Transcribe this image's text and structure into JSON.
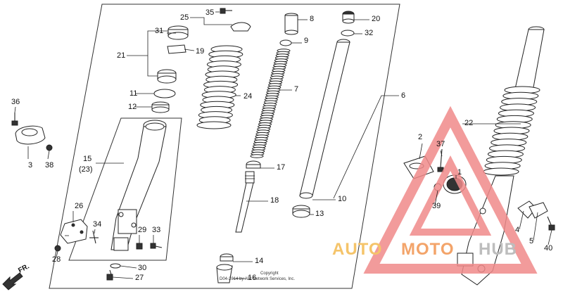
{
  "diagram": {
    "parts": [
      {
        "id": "p1",
        "label": "1"
      },
      {
        "id": "p2",
        "label": "2"
      },
      {
        "id": "p3",
        "label": "3"
      },
      {
        "id": "p4",
        "label": "4"
      },
      {
        "id": "p5",
        "label": "5"
      },
      {
        "id": "p6",
        "label": "6"
      },
      {
        "id": "p7",
        "label": "7"
      },
      {
        "id": "p8",
        "label": "8"
      },
      {
        "id": "p9",
        "label": "9"
      },
      {
        "id": "p10",
        "label": "10"
      },
      {
        "id": "p11",
        "label": "11"
      },
      {
        "id": "p12",
        "label": "12"
      },
      {
        "id": "p13",
        "label": "13"
      },
      {
        "id": "p14",
        "label": "14"
      },
      {
        "id": "p15",
        "label": "15"
      },
      {
        "id": "p15b",
        "label": "(23)"
      },
      {
        "id": "p16",
        "label": "16"
      },
      {
        "id": "p17",
        "label": "17"
      },
      {
        "id": "p18",
        "label": "18"
      },
      {
        "id": "p19",
        "label": "19"
      },
      {
        "id": "p20",
        "label": "20"
      },
      {
        "id": "p21",
        "label": "21"
      },
      {
        "id": "p22",
        "label": "22"
      },
      {
        "id": "p24",
        "label": "24"
      },
      {
        "id": "p25",
        "label": "25"
      },
      {
        "id": "p26",
        "label": "26"
      },
      {
        "id": "p27",
        "label": "27"
      },
      {
        "id": "p28",
        "label": "28"
      },
      {
        "id": "p29",
        "label": "29"
      },
      {
        "id": "p30",
        "label": "30"
      },
      {
        "id": "p31",
        "label": "31"
      },
      {
        "id": "p32",
        "label": "32"
      },
      {
        "id": "p33",
        "label": "33"
      },
      {
        "id": "p34",
        "label": "34"
      },
      {
        "id": "p35",
        "label": "35"
      },
      {
        "id": "p36",
        "label": "36"
      },
      {
        "id": "p37",
        "label": "37"
      },
      {
        "id": "p38",
        "label": "38"
      },
      {
        "id": "p39",
        "label": "39"
      },
      {
        "id": "p40",
        "label": "40"
      }
    ],
    "direction_label": "FR.",
    "copyright_line1": "Copyright",
    "copyright_line2": "D04-2014 by ARI Network Services, Inc."
  },
  "watermark": {
    "text_auto": "AUTO",
    "text_moto": "MOTO",
    "text_hub": "HUB",
    "colors": {
      "triangle": "#f08a8a",
      "auto": "#f5c46a",
      "moto": "#f3a46a",
      "hub": "#bdbdbd"
    }
  }
}
